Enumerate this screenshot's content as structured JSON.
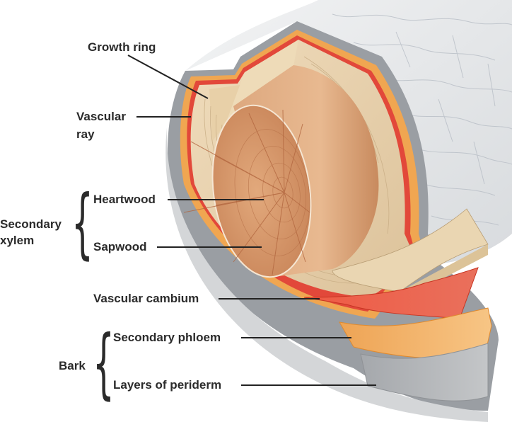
{
  "title": "Woody stem anatomy",
  "labels": {
    "growth_ring": "Growth ring",
    "vascular_ray_line1": "Vascular",
    "vascular_ray_line2": "ray",
    "heartwood": "Heartwood",
    "sapwood": "Sapwood",
    "secondary_xylem_line1": "Secondary",
    "secondary_xylem_line2": "xylem",
    "vascular_cambium": "Vascular cambium",
    "secondary_phloem": "Secondary phloem",
    "layers_of_periderm": "Layers of periderm",
    "bark": "Bark"
  },
  "groups": [
    {
      "name": "Secondary xylem",
      "members": [
        "Heartwood",
        "Sapwood"
      ]
    },
    {
      "name": "Bark",
      "members": [
        "Secondary phloem",
        "Layers of periderm"
      ]
    }
  ],
  "colors": {
    "outer_bark": "#e6e8ea",
    "periderm_gray": "#8f9296",
    "phloem_orange": "#f2a950",
    "cambium_red": "#e2483a",
    "sapwood": "#ead3ae",
    "heartwood": "#d79a6c",
    "label_text": "#2b2b2b",
    "leader_line": "#222222"
  }
}
